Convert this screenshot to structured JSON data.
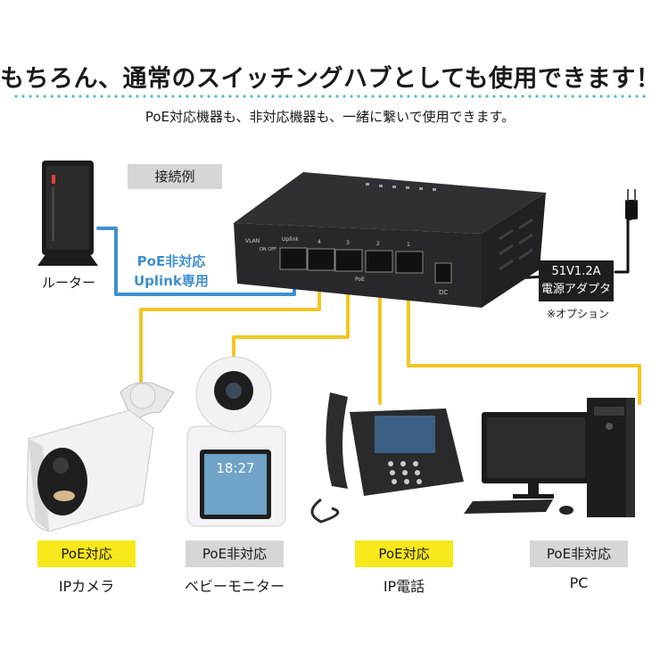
{
  "headline": "もちろん、通常のスイッチングハブとしても使用できます！",
  "subline": "PoE対応機器も、非対応機器も、一緒に繋いで使用できます。",
  "example_label": "接続例",
  "router": {
    "label": "ルーター"
  },
  "uplink_note": {
    "line1": "PoE非対応",
    "line2": "Uplink専用"
  },
  "switch": {
    "vlan": "VLAN",
    "on_off": "ON OFF",
    "uplink": "Uplink",
    "poe": "PoE",
    "dc": "DC",
    "port_numbers": [
      "4",
      "3",
      "2",
      "1"
    ]
  },
  "adapter": {
    "line1": "51V1.2A",
    "line2": "電源アダプタ",
    "note": "※オプション"
  },
  "monitor": {
    "time": "18:27"
  },
  "devices": [
    {
      "badge": "PoE対応",
      "label": "IPカメラ",
      "poe": true
    },
    {
      "badge": "PoE非対応",
      "label": "ベビーモニター",
      "poe": false
    },
    {
      "badge": "PoE対応",
      "label": "IP電話",
      "poe": true
    },
    {
      "badge": "PoE非対応",
      "label": "PC",
      "poe": false
    }
  ],
  "colors": {
    "poe_yellow": "#f7e81b",
    "nonpoe_gray": "#d6d6d6",
    "uplink_blue": "#3f8fd0",
    "cable_yellow": "#f3c623",
    "dots": "#56b6d8"
  }
}
